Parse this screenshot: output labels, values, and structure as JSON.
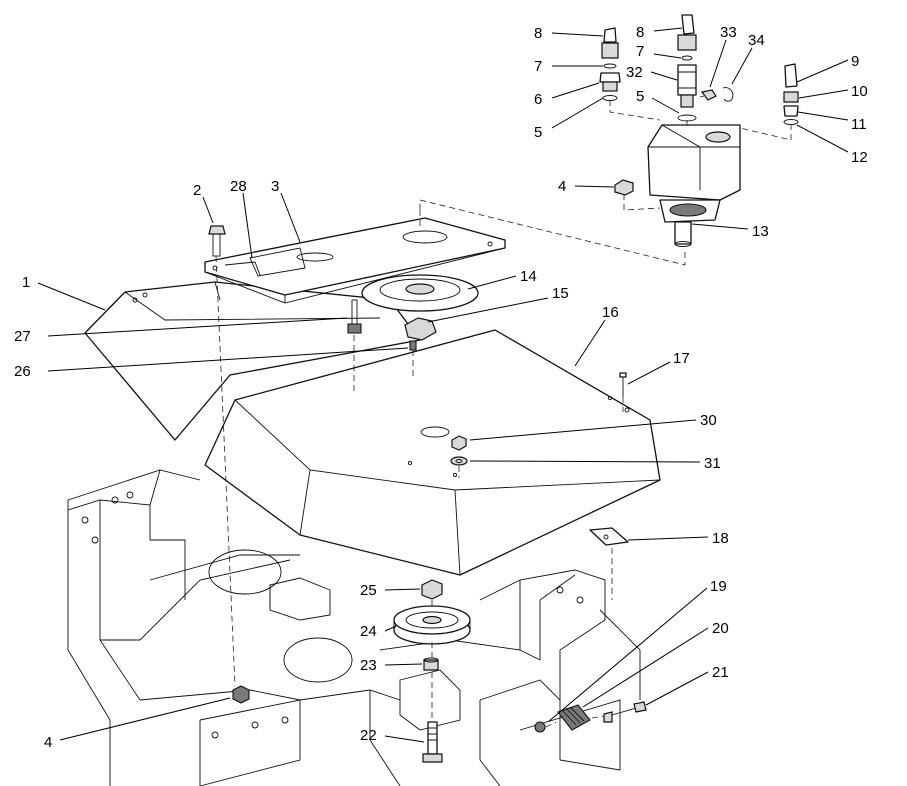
{
  "callouts": [
    {
      "id": "1",
      "label": "1"
    },
    {
      "id": "2",
      "label": "2"
    },
    {
      "id": "3",
      "label": "3"
    },
    {
      "id": "4a",
      "label": "4"
    },
    {
      "id": "4b",
      "label": "4"
    },
    {
      "id": "5a",
      "label": "5"
    },
    {
      "id": "5b",
      "label": "5"
    },
    {
      "id": "6",
      "label": "6"
    },
    {
      "id": "7a",
      "label": "7"
    },
    {
      "id": "7b",
      "label": "7"
    },
    {
      "id": "8a",
      "label": "8"
    },
    {
      "id": "8b",
      "label": "8"
    },
    {
      "id": "9",
      "label": "9"
    },
    {
      "id": "10",
      "label": "10"
    },
    {
      "id": "11",
      "label": "11"
    },
    {
      "id": "12",
      "label": "12"
    },
    {
      "id": "13",
      "label": "13"
    },
    {
      "id": "14",
      "label": "14"
    },
    {
      "id": "15",
      "label": "15"
    },
    {
      "id": "16",
      "label": "16"
    },
    {
      "id": "17",
      "label": "17"
    },
    {
      "id": "18",
      "label": "18"
    },
    {
      "id": "19",
      "label": "19"
    },
    {
      "id": "20",
      "label": "20"
    },
    {
      "id": "21",
      "label": "21"
    },
    {
      "id": "22",
      "label": "22"
    },
    {
      "id": "23",
      "label": "23"
    },
    {
      "id": "24",
      "label": "24"
    },
    {
      "id": "25",
      "label": "25"
    },
    {
      "id": "26",
      "label": "26"
    },
    {
      "id": "27",
      "label": "27"
    },
    {
      "id": "28",
      "label": "28"
    },
    {
      "id": "30",
      "label": "30"
    },
    {
      "id": "31",
      "label": "31"
    },
    {
      "id": "32",
      "label": "32"
    },
    {
      "id": "33",
      "label": "33"
    },
    {
      "id": "34",
      "label": "34"
    }
  ]
}
